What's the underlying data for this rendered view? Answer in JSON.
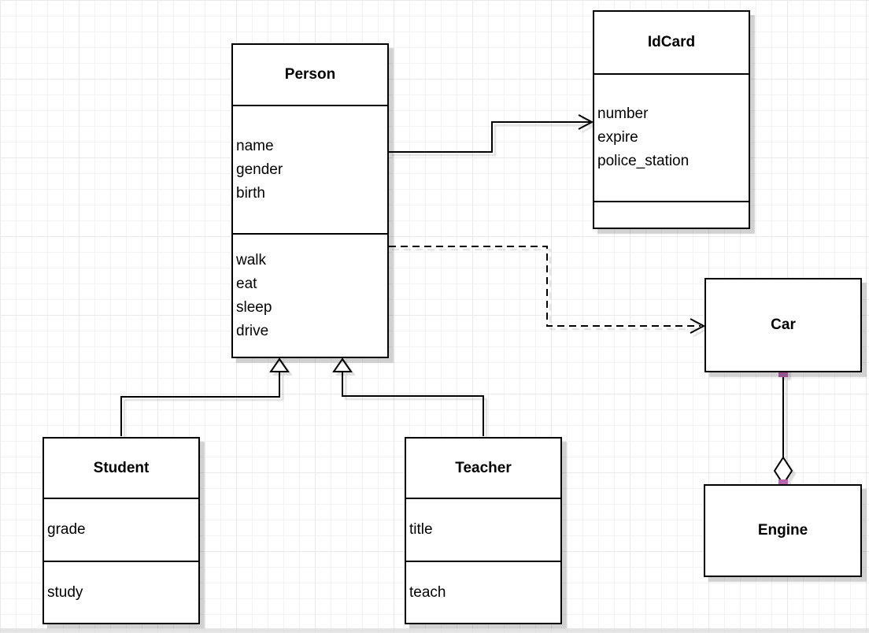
{
  "diagram": {
    "classes": {
      "person": {
        "title": "Person",
        "attributes": [
          "name",
          "gender",
          "birth"
        ],
        "methods": [
          "walk",
          "eat",
          "sleep",
          "drive"
        ]
      },
      "idcard": {
        "title": "IdCard",
        "attributes": [
          "number",
          "expire",
          "police_station"
        ],
        "methods": []
      },
      "car": {
        "title": "Car",
        "attributes": [],
        "methods": []
      },
      "engine": {
        "title": "Engine",
        "attributes": [],
        "methods": []
      },
      "student": {
        "title": "Student",
        "attributes": [
          "grade"
        ],
        "methods": [
          "study"
        ]
      },
      "teacher": {
        "title": "Teacher",
        "attributes": [
          "title"
        ],
        "methods": [
          "teach"
        ]
      }
    },
    "relationships": [
      {
        "from": "Person",
        "to": "IdCard",
        "type": "association",
        "line": "solid",
        "arrow": "open"
      },
      {
        "from": "Person",
        "to": "Car",
        "type": "dependency",
        "line": "dashed",
        "arrow": "open"
      },
      {
        "from": "Student",
        "to": "Person",
        "type": "generalization",
        "line": "solid",
        "arrow": "hollow-triangle"
      },
      {
        "from": "Teacher",
        "to": "Person",
        "type": "generalization",
        "line": "solid",
        "arrow": "hollow-triangle"
      },
      {
        "from": "Car",
        "to": "Engine",
        "type": "aggregation",
        "line": "solid",
        "arrow": "hollow-diamond"
      }
    ],
    "colors": {
      "box_border": "#000000",
      "box_fill": "#ffffff",
      "line": "#000000",
      "shadow": "#d2d2d2",
      "grid_minor": "#f3f3f3",
      "grid_major": "#e9e9e9",
      "connection_point": "#b965b2"
    }
  }
}
